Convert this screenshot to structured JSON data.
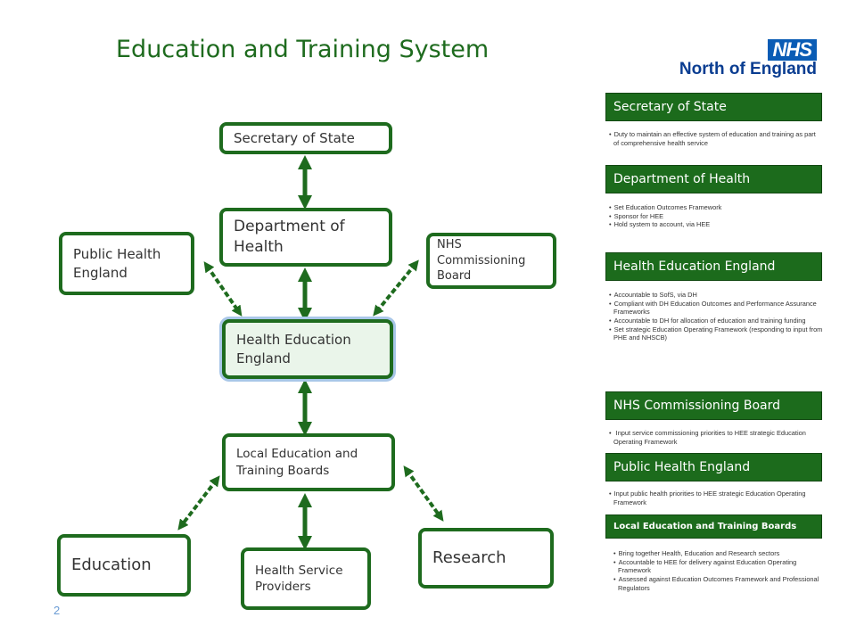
{
  "title": "Education and Training System",
  "logo": {
    "badge": "NHS",
    "region": "North of England",
    "color": "#0a5cb5"
  },
  "nodes": {
    "sos": "Secretary of State",
    "doh": "Department of Health",
    "phe": "Public Health England",
    "nhscb": "NHS Commissioning Board",
    "heo": "Health Education England",
    "letb": "Local Education and Training Boards",
    "education": "Education",
    "hsp": "Health Service Providers",
    "research": "Research"
  },
  "page_number": "2",
  "panel": [
    {
      "header": "Secretary of State",
      "items": [
        "Duty to maintain an effective system of education and training as part of comprehensive health service"
      ]
    },
    {
      "header": "Department of Health",
      "items": [
        "Set Education Outcomes Framework",
        "Sponsor for HEE",
        "Hold system to account, via HEE"
      ]
    },
    {
      "header": "Health Education England",
      "items": [
        "Accountable to SofS, via DH",
        "Compliant with DH Education Outcomes and Performance Assurance Frameworks",
        "Accountable to DH for allocation of education and training funding",
        "Set strategic Education Operating Framework (responding to input from PHE and NHSCB)"
      ]
    },
    {
      "header": "NHS Commissioning Board",
      "items": [
        " Input service commissioning priorities to HEE strategic Education Operating Framework"
      ]
    },
    {
      "header": "Public Health England",
      "items": [
        "Input public health priorities to HEE strategic Education Operating Framework"
      ]
    },
    {
      "header": "Local Education and Training Boards",
      "items": [
        "Bring together Health, Education and Research sectors",
        "Accountable to HEE for delivery against Education Operating Framework",
        "Assessed against Education Outcomes Framework and Professional Regulators"
      ]
    }
  ],
  "colors": {
    "primary": "#1e6b1e",
    "header_bg": "#1c6b1c",
    "page_number": "#6a9bd4"
  }
}
